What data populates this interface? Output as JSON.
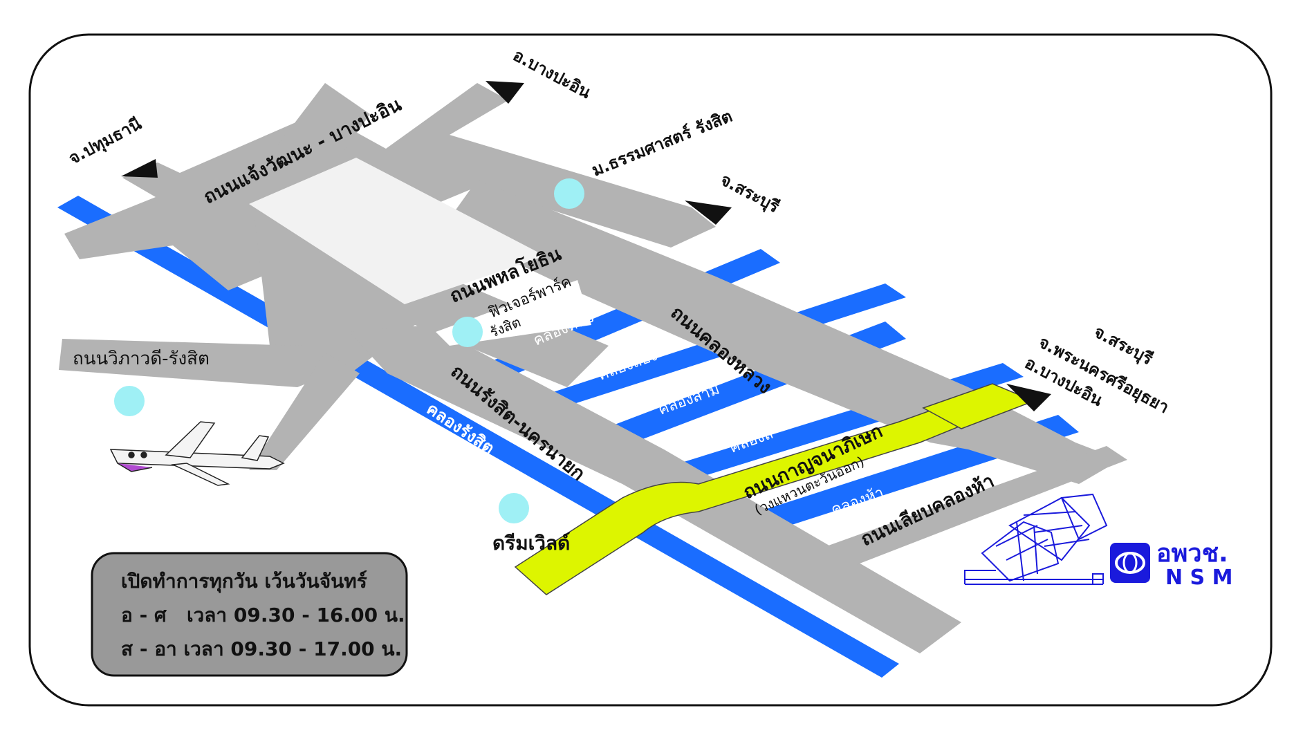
{
  "map": {
    "roads": {
      "chaengwattana": "ถนนแจ้งวัฒนะ - บางปะอิน",
      "phahonyothin": "ถนนพหลโยธิน",
      "vibhavadi": "ถนนวิภาวดี-รังสิต",
      "rangsit_nakhonnayok": "ถนนรังสิต-นครนายก",
      "khlong_luang": "ถนนคลองหลวง",
      "kanchanaphisek": "ถนนกาญจนาภิเษก",
      "kanchanaphisek_note": "(วงแหวนตะวันออก)",
      "liap_khlong_ha": "ถนนเลียบคลองห้า"
    },
    "canals": {
      "rangsit": "คลองรังสิต",
      "one": "คลองหนึ่ง",
      "two": "คลองสอง",
      "three": "คลองสาม",
      "four": "คลองสี่",
      "five": "คลองห้า"
    },
    "destinations": {
      "pathum_thani": "จ.ปทุมธานี",
      "bang_pa_in_top": "อ.บางปะอิน",
      "saraburi_mid": "จ.สระบุรี",
      "saraburi_right": "จ.สระบุรี",
      "ayutthaya": "จ.พระนครศรีอยุธยา",
      "bang_pa_in_right": "อ.บางปะอิน"
    },
    "landmarks": {
      "thammasat": "ม.ธรรมศาสตร์ รังสิต",
      "future_park": "ฟิวเจอร์พาร์ค",
      "future_park_sub": "รังสิต",
      "dream_world": "ดรีมเวิลด์"
    }
  },
  "hours": {
    "line1": "เปิดทำการทุกวัน เว้นวันจันทร์",
    "line2": "อ - ศ   เวลา 09.30 - 16.00 น.",
    "line3": "ส - อา เวลา 09.30 - 17.00 น."
  },
  "logo": {
    "thai": "อพวช.",
    "english": "N S M"
  },
  "colors": {
    "road": "#b3b3b3",
    "canal": "#1a6dff",
    "ring_road": "#ddf500",
    "landmark_dot": "#9ff0f5",
    "logo": "#1a1adc",
    "hours_box": "#999999"
  }
}
